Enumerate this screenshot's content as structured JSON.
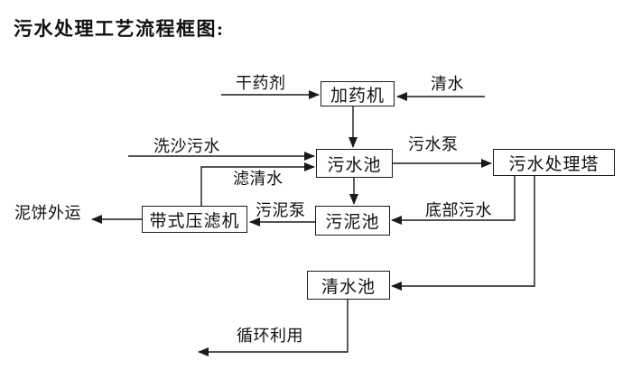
{
  "title": "污水处理工艺流程框图:",
  "colors": {
    "background": "#ffffff",
    "line": "#1a1a1a",
    "text": "#111111",
    "node_fill": "#ffffff",
    "node_border": "#1b1b1b"
  },
  "nodes": {
    "dosing_machine": {
      "label": "加药机"
    },
    "sewage_pool": {
      "label": "污水池"
    },
    "treatment_tower": {
      "label": "污水处理塔"
    },
    "belt_filter_press": {
      "label": "带式压滤机"
    },
    "sludge_pool": {
      "label": "污泥池"
    },
    "clean_water_pool": {
      "label": "清水池"
    }
  },
  "edges": [
    {
      "from": "external",
      "to": "dosing_machine",
      "label": "干药剂"
    },
    {
      "from": "external",
      "to": "dosing_machine",
      "label": "清水"
    },
    {
      "from": "dosing_machine",
      "to": "sewage_pool",
      "label": ""
    },
    {
      "from": "external",
      "to": "sewage_pool",
      "label": "洗沙污水"
    },
    {
      "from": "belt_filter_press",
      "to": "sewage_pool",
      "label": "滤清水"
    },
    {
      "from": "sewage_pool",
      "to": "treatment_tower",
      "label": "污水泵"
    },
    {
      "from": "sewage_pool",
      "to": "sludge_pool",
      "label": ""
    },
    {
      "from": "treatment_tower",
      "to": "sludge_pool",
      "label": "底部污水"
    },
    {
      "from": "sludge_pool",
      "to": "belt_filter_press",
      "label": "污泥泵"
    },
    {
      "from": "belt_filter_press",
      "to": "external",
      "label": "泥饼外运"
    },
    {
      "from": "treatment_tower",
      "to": "clean_water_pool",
      "label": ""
    },
    {
      "from": "clean_water_pool",
      "to": "external",
      "label": "循环利用"
    }
  ]
}
